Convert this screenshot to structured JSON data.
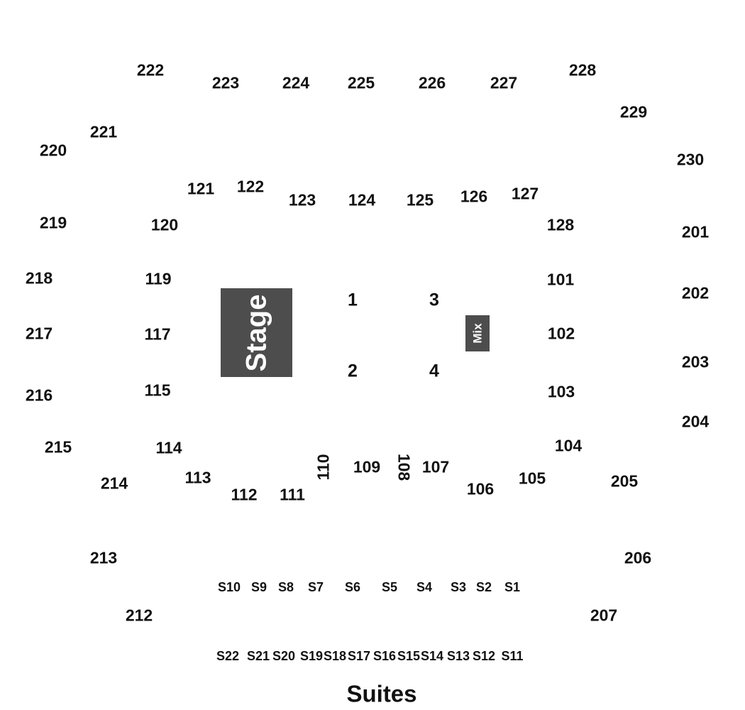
{
  "venue_map": {
    "stage_label": "Stage",
    "mix_label": "Mix",
    "suites_title": "Suites",
    "colors": {
      "block": "#4d4d4d",
      "text": "#111111",
      "background": "#ffffff"
    },
    "sections": {
      "s222": "222",
      "s223": "223",
      "s224": "224",
      "s225": "225",
      "s226": "226",
      "s227": "227",
      "s228": "228",
      "s229": "229",
      "s230": "230",
      "s221": "221",
      "s220": "220",
      "s219": "219",
      "s218": "218",
      "s217": "217",
      "s216": "216",
      "s215": "215",
      "s214": "214",
      "s213": "213",
      "s212": "212",
      "s201": "201",
      "s202": "202",
      "s203": "203",
      "s204": "204",
      "s205": "205",
      "s206": "206",
      "s207": "207",
      "s121": "121",
      "s122": "122",
      "s123": "123",
      "s124": "124",
      "s125": "125",
      "s126": "126",
      "s127": "127",
      "s128": "128",
      "s120": "120",
      "s119": "119",
      "s117": "117",
      "s115": "115",
      "s114": "114",
      "s113": "113",
      "s112": "112",
      "s111": "111",
      "s110": "110",
      "s109": "109",
      "s108": "108",
      "s107": "107",
      "s106": "106",
      "s105": "105",
      "s104": "104",
      "s103": "103",
      "s102": "102",
      "s101": "101",
      "f1": "1",
      "f2": "2",
      "f3": "3",
      "f4": "4",
      "S10": "S10",
      "S9": "S9",
      "S8": "S8",
      "S7": "S7",
      "S6": "S6",
      "S5": "S5",
      "S4": "S4",
      "S3": "S3",
      "S2": "S2",
      "S1": "S1",
      "S22": "S22",
      "S21": "S21",
      "S20": "S20",
      "S19": "S19",
      "S18": "S18",
      "S17": "S17",
      "S16": "S16",
      "S15": "S15",
      "S14": "S14",
      "S13": "S13",
      "S12": "S12",
      "S11": "S11"
    }
  }
}
